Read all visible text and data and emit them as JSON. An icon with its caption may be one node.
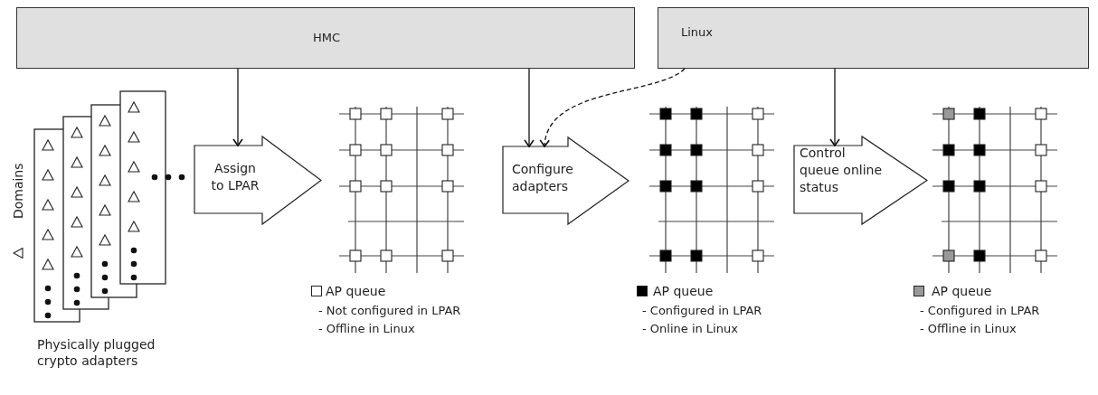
{
  "diagram": {
    "nodes": [
      {
        "text": [
          "HMC"
        ]
      },
      {
        "text": [
          "Linux"
        ]
      },
      {
        "text": [
          "Assign to LPAR"
        ]
      },
      {
        "text": [
          "Configure adapters"
        ]
      },
      {
        "text": [
          "Control queue online status"
        ]
      }
    ],
    "edges": [
      {
        "from": 0,
        "to": 2,
        "arrow": "to"
      },
      {
        "from": 0,
        "to": 3,
        "arrow": "to"
      },
      {
        "from": 1,
        "to": 3,
        "arrow": "to",
        "style": "dashed"
      },
      {
        "from": 1,
        "to": 4,
        "arrow": "to"
      }
    ],
    "labels": [
      "Physically plugged crypto adapters",
      "- Not configured in LPAR",
      "- Offline in Linux",
      "- Configured in LPAR",
      "- Online in Linux",
      "- Configured in LPAR",
      "- Offline in Linux"
    ],
    "legend": [
      {
        "text": "Domains"
      },
      {
        "text": "AP queue",
        "color": "#ffffff"
      },
      {
        "text": "AP queue",
        "color": "#000000"
      },
      {
        "text": "AP queue",
        "color": "#999999"
      }
    ]
  }
}
